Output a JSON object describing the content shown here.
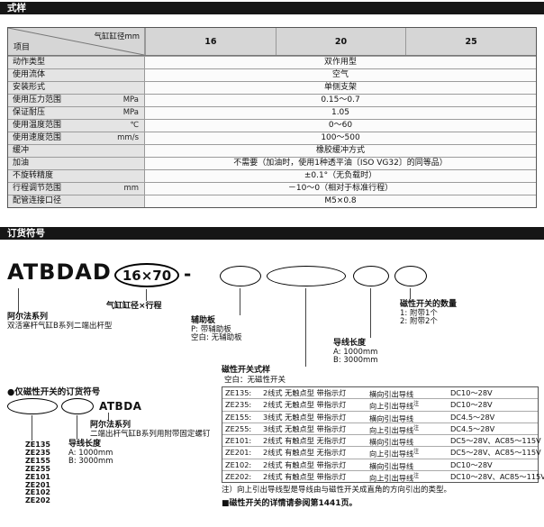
{
  "bars": {
    "spec": "式样",
    "order": "订货符号"
  },
  "spec_table": {
    "corner_top": "气缸缸径mm",
    "corner_bottom": "项目",
    "bores": [
      "16",
      "20",
      "25"
    ],
    "rows": [
      {
        "label": "动作类型",
        "unit": "",
        "value": "双作用型"
      },
      {
        "label": "使用流体",
        "unit": "",
        "value": "空气"
      },
      {
        "label": "安装形式",
        "unit": "",
        "value": "单侧支架"
      },
      {
        "label": "使用压力范围",
        "unit": "MPa",
        "value": "0.15～0.7"
      },
      {
        "label": "保证耐压",
        "unit": "MPa",
        "value": "1.05"
      },
      {
        "label": "使用温度范围",
        "unit": "℃",
        "value": "0～60"
      },
      {
        "label": "使用速度范围",
        "unit": "mm/s",
        "value": "100～500"
      },
      {
        "label": "缓冲",
        "unit": "",
        "value": "橡胶缓冲方式"
      },
      {
        "label": "加油",
        "unit": "",
        "value": "不需要（加油时，使用1种透平油〔ISO VG32〕的同等品）"
      },
      {
        "label": "不旋转精度",
        "unit": "",
        "value": "±0.1°（无负载时）"
      },
      {
        "label": "行程调节范围",
        "unit": "mm",
        "value": "－10～0（相对于标准行程）"
      },
      {
        "label": "配管连接口径",
        "unit": "",
        "value": "M5×0.8"
      }
    ]
  },
  "order": {
    "code": "ATBDAD",
    "bore_stroke": "16×70",
    "dash": "-",
    "callouts": {
      "series_line1": "阿尔法系列",
      "series_line2": "双活塞杆气缸B系列二端出杆型",
      "bore_stroke": "气缸缸径×行程",
      "aux_title": "辅助板",
      "aux_opt1": "P: 带辅助板",
      "aux_opt2": "空白: 无辅助板",
      "wire_title": "导线长度",
      "wire_opt1": "A: 1000mm",
      "wire_opt2": "B: 3000mm",
      "qty_title": "磁性开关的数量",
      "qty_opt1": "1: 附带1个",
      "qty_opt2": "2: 附带2个"
    },
    "switch_table": {
      "title": "磁性开关式样",
      "blank": "空白：无磁性开关",
      "rows": [
        {
          "code": "ZE135:",
          "desc": "2线式 无触点型 带指示灯",
          "lead": "横向引出导线",
          "note": "",
          "volt": "DC10～28V"
        },
        {
          "code": "ZE235:",
          "desc": "2线式 无触点型 带指示灯",
          "lead": "向上引出导线",
          "note": "注",
          "volt": "DC10～28V"
        },
        {
          "code": "ZE155:",
          "desc": "3线式 无触点型 带指示灯",
          "lead": "横向引出导线",
          "note": "",
          "volt": "DC4.5～28V"
        },
        {
          "code": "ZE255:",
          "desc": "3线式 无触点型 带指示灯",
          "lead": "向上引出导线",
          "note": "注",
          "volt": "DC4.5～28V"
        },
        {
          "code": "ZE101:",
          "desc": "2线式 有触点型 无指示灯",
          "lead": "横向引出导线",
          "note": "",
          "volt": "DC5～28V、AC85～115V"
        },
        {
          "code": "ZE201:",
          "desc": "2线式 有触点型 无指示灯",
          "lead": "向上引出导线",
          "note": "注",
          "volt": "DC5～28V、AC85～115V"
        },
        {
          "code": "ZE102:",
          "desc": "2线式 有触点型 带指示灯",
          "lead": "横向引出导线",
          "note": "",
          "volt": "DC10～28V"
        },
        {
          "code": "ZE202:",
          "desc": "2线式 有触点型 带指示灯",
          "lead": "向上引出导线",
          "note": "注",
          "volt": "DC10～28V、AC85～115V"
        }
      ]
    }
  },
  "switch_only": {
    "title": "●仅磁性开关的订货符号",
    "code": "ATBDA",
    "series_line1": "阿尔法系列",
    "series_line2": "二端出杆气缸B系列用附带固定螺钉",
    "models": [
      "ZE135",
      "ZE235",
      "ZE155",
      "ZE255",
      "ZE101",
      "ZE201",
      "ZE102",
      "ZE202"
    ],
    "wire_title": "导线长度",
    "wire_opt1": "A: 1000mm",
    "wire_opt2": "B: 3000mm"
  },
  "notes": {
    "note1": "注）向上引出导线型是导线由与磁性开关成直角的方向引出的类型。",
    "note2": "■磁性开关的详情请参阅第1441页。"
  }
}
